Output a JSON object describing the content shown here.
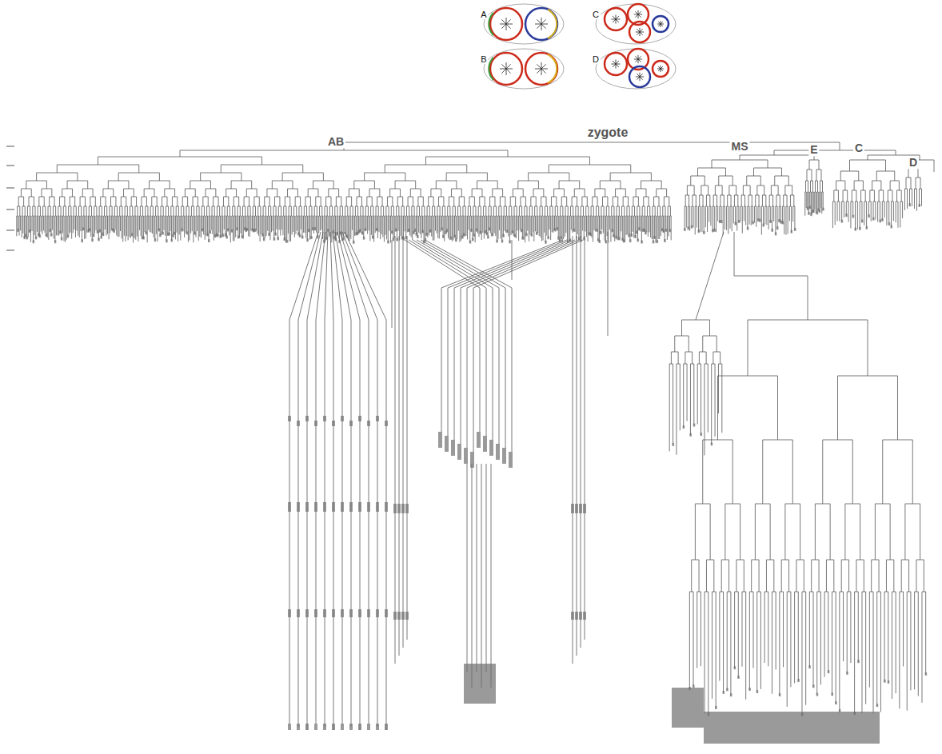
{
  "diagram": {
    "labels": [
      "A",
      "B",
      "C",
      "D",
      "zygote",
      "AB",
      "MS",
      "E",
      "C",
      "D"
    ]
  }
}
